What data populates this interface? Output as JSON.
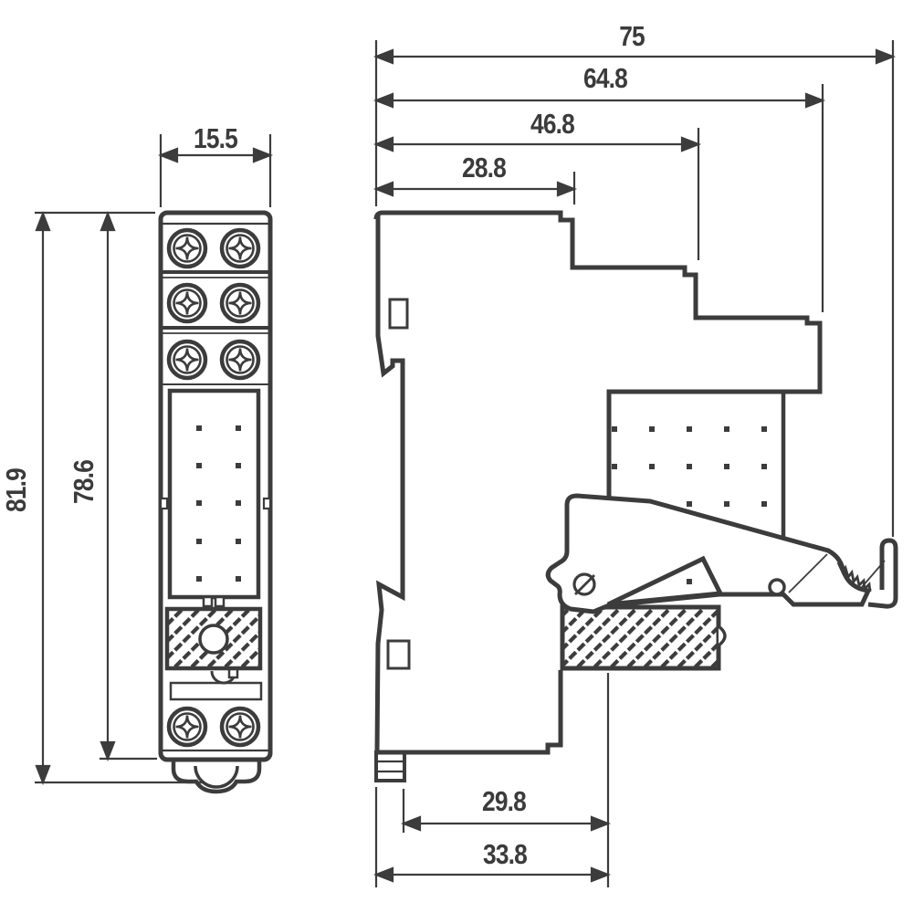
{
  "drawing": {
    "line_color": "#3c3c3c",
    "background": "#ffffff",
    "front_view": {
      "width": "15.5",
      "overall_height": "81.9",
      "body_height": "78.6"
    },
    "side_view": {
      "overall_depth": "75",
      "depth_step_back": "64.8",
      "depth_step_mid": "46.8",
      "depth_step_front": "28.8",
      "base_depth_inner": "29.8",
      "base_depth_overall": "33.8"
    }
  }
}
